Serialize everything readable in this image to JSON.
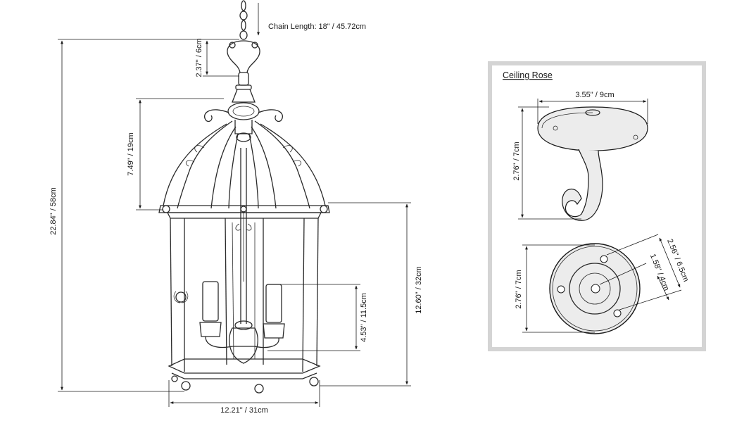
{
  "lantern": {
    "chain_length": "Chain Length: 18\" / 45.72cm",
    "loop_height": "2.37\" / 6cm",
    "canopy_height": "7.49\" / 19cm",
    "overall_height": "22.84\" / 58cm",
    "candle_height": "4.53\" / 11.5cm",
    "cage_height": "12.60\" / 32cm",
    "width": "12.21\" / 31cm"
  },
  "ceiling_rose": {
    "title": "Ceiling Rose",
    "diameter": "3.55\" / 9cm",
    "side_height": "2.76\" / 7cm",
    "plate_height": "2.76\" / 7cm",
    "outer_hole_spacing": "2.56\" / 6.5cm",
    "inner_hole_spacing": "1.58\" / 4cm"
  },
  "colors": {
    "line": "#1a1a1a",
    "panel_border": "#d4d4d4",
    "rose_fill": "#ececec"
  }
}
